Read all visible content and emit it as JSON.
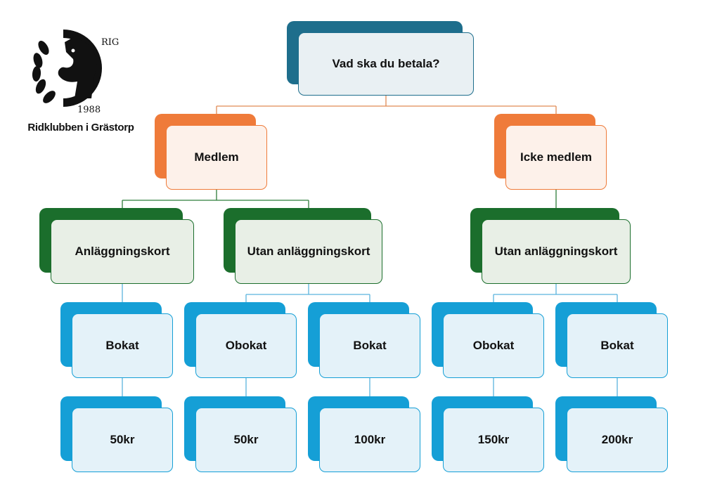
{
  "logo": {
    "seal_text": "RIG",
    "year": "1988",
    "caption": "Ridklubben i Grästorp"
  },
  "colors": {
    "root": "#1e6e8c",
    "root_fill": "#e9f0f3",
    "member": "#ef7b3a",
    "member_fill": "#fdf1ea",
    "card": "#1b6e2c",
    "card_fill": "#e8efe6",
    "leaf": "#159fd6",
    "leaf_fill": "#e4f2f9",
    "root_line": "#e08a55",
    "member_line": "#2f7d3a",
    "card_line": "#5ab3dd"
  },
  "tree": {
    "root": "Vad ska du betala?",
    "member": "Medlem",
    "nonmember": "Icke medlem",
    "m_card": "Anläggningskort",
    "m_nocard": "Utan anläggningskort",
    "n_nocard": "Utan anläggningskort",
    "b1": "Bokat",
    "b2": "Obokat",
    "b3": "Bokat",
    "b4": "Obokat",
    "b5": "Bokat",
    "p1": "50kr",
    "p2": "50kr",
    "p3": "100kr",
    "p4": "150kr",
    "p5": "200kr"
  }
}
